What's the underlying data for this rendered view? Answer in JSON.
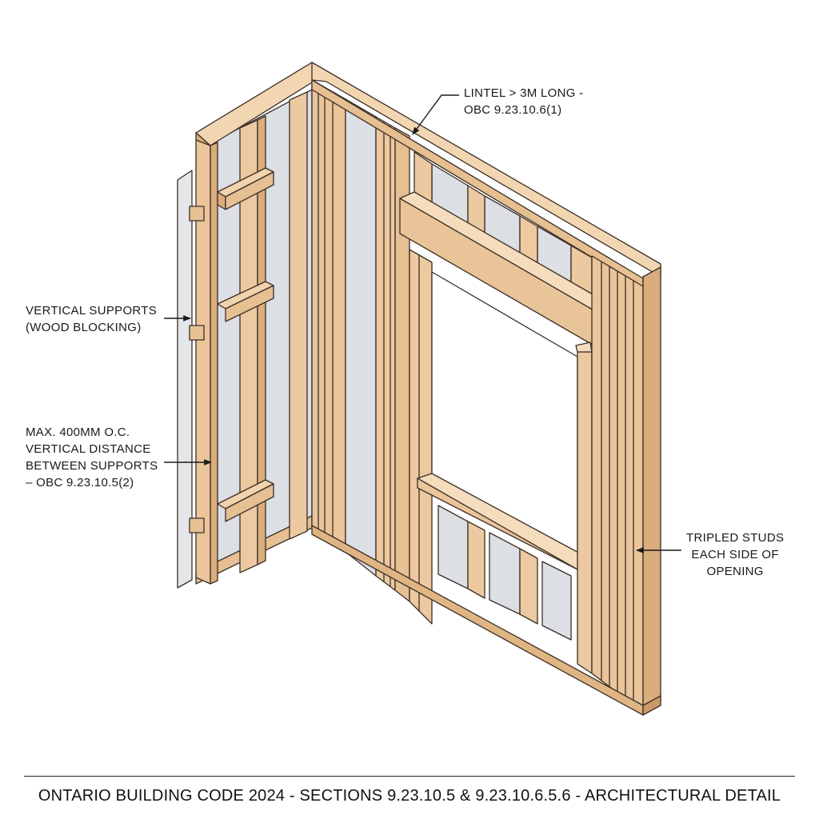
{
  "callouts": {
    "lintel": {
      "line1": "LINTEL > 3M LONG -",
      "line2": "OBC 9.23.10.6(1)"
    },
    "vertical_supports": {
      "line1": "VERTICAL SUPPORTS",
      "line2": "(WOOD BLOCKING)"
    },
    "max_spacing": {
      "line1": "MAX. 400MM O.C.",
      "line2": "VERTICAL DISTANCE",
      "line3": "BETWEEN SUPPORTS",
      "line4": "– OBC 9.23.10.5(2)"
    },
    "tripled_studs": {
      "line1": "TRIPLED STUDS",
      "line2": "EACH SIDE OF",
      "line3": "OPENING"
    }
  },
  "footer": {
    "title": "ONTARIO BUILDING CODE 2024 - SECTIONS 9.23.10.5 & 9.23.10.6.5.6 - ARCHITECTURAL DETAIL"
  },
  "colors": {
    "wood": "#ecc9a0",
    "wood_dark": "#d9ad7c",
    "wood_light": "#f5dcbc",
    "bay": "#d8dbe0",
    "outline": "#3a2e26"
  }
}
